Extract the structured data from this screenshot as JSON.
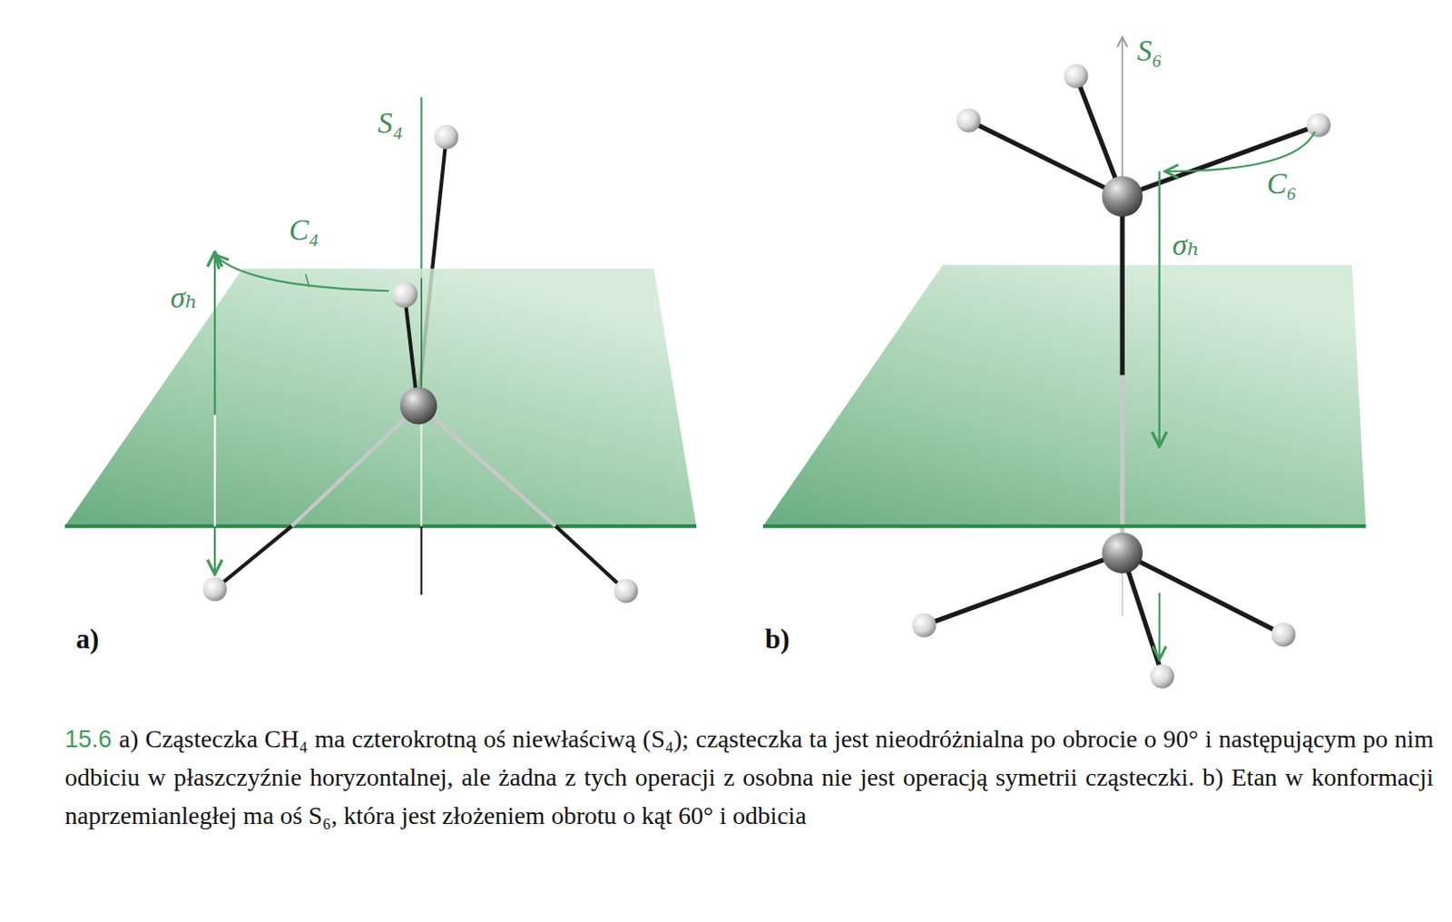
{
  "diagram": {
    "caption": "a) Cząsteczka CH₄ ma czterokrotną oś niewłaściwą (S₄); cząsteczka ta jest nieodróżnialna po obrocie o 90° i następującym po nim odbiciu w płaszczyźnie horyzontalnej, ale żadna z tych operacji z osobna nie jest operacją symetrii cząsteczki. b) Etan w konformacji naprzemianległej ma oś S₆, która jest złożeniem obrotu o kąt 60° i odbicia",
    "labels": [
      "S₄",
      "C₄",
      "σₕ",
      "a)",
      "S₆",
      "C₆",
      "σₕ",
      "b)",
      "15.6"
    ]
  }
}
